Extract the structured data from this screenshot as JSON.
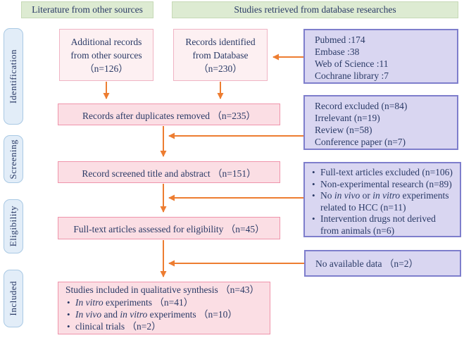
{
  "headers": {
    "left": "Literature from other sources",
    "right": "Studies retrieved from database researches"
  },
  "stages": [
    {
      "label": "Identification"
    },
    {
      "label": "Screening"
    },
    {
      "label": "Eligibility"
    },
    {
      "label": "Included"
    }
  ],
  "flow_boxes": {
    "additional_records": {
      "lines": [
        "Additional records",
        "from other sources",
        "（n=126）"
      ]
    },
    "records_identified": {
      "lines": [
        "Records identified",
        "from Database",
        "（n=230）"
      ]
    },
    "duplicates_removed": {
      "text": "Records after duplicates removed （n=235）"
    },
    "screened": {
      "text": "Record screened title and abstract （n=151）"
    },
    "fulltext_assessed": {
      "text": "Full-text articles assessed for eligibility （n=45）"
    },
    "included_synthesis": {
      "title": "Studies included in qualitative synthesis （n=43）",
      "bullets": [
        "*In vitro* experiments （n=41）",
        "*In vivo* and *in vitro* experiments （n=10）",
        "clinical trials （n=2）"
      ]
    }
  },
  "side_boxes": {
    "databases": {
      "lines": [
        "Pubmed :174",
        "Embase :38",
        "Web of Science :11",
        "Cochrane library :7"
      ]
    },
    "records_excluded": {
      "lines": [
        "Record excluded (n=84)",
        "Irrelevant (n=19)",
        "Review (n=58)",
        "Conference paper (n=7)"
      ]
    },
    "fulltext_excluded": {
      "bullets": [
        "Full-text articles excluded (n=106)",
        "Non-experimental research (n=89)",
        "No *in vivo* or *in vitro* experiments related to HCC (n=11)",
        "Intervention drugs not derived from animals (n=6)"
      ]
    },
    "no_data": {
      "text": "No available data （n=2）"
    }
  },
  "colors": {
    "arrow": "#ed7d31",
    "green_fill": "#ddebd2",
    "pink_light_fill": "#fdf0f2",
    "pink_fill": "#fbdee4",
    "purple_fill": "#d9d6f1",
    "purple_border": "#7e7ecc",
    "stage_fill": "#e2edf8",
    "text": "#2a3a66"
  }
}
